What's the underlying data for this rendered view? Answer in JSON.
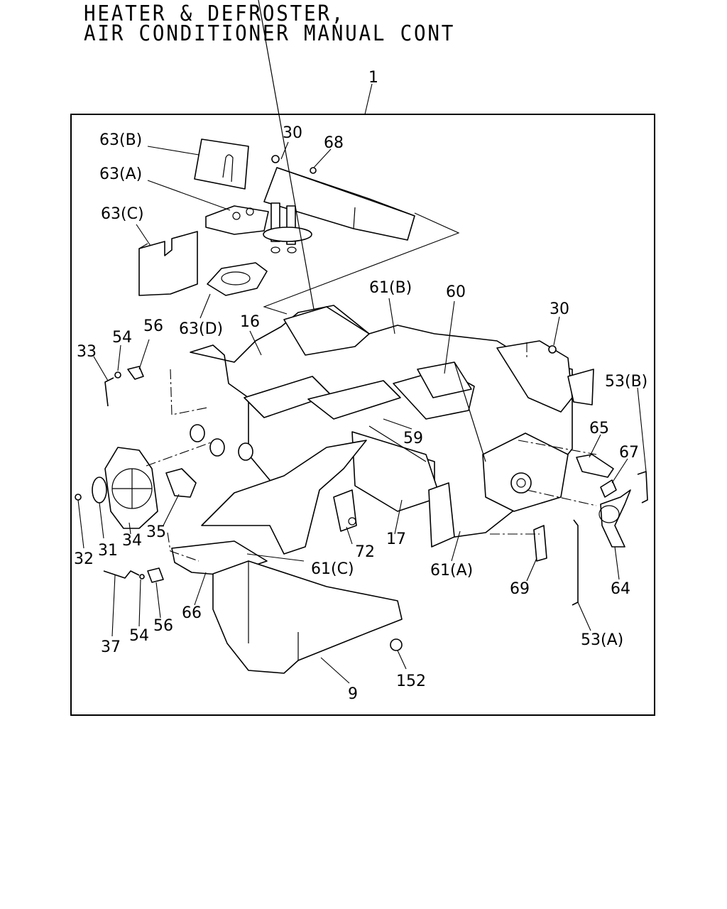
{
  "title": {
    "line1": "HEATER & DEFROSTER,",
    "line2": "AIR CONDITIONER MANUAL CONT"
  },
  "callouts": {
    "main_assembly": "1",
    "p63b": "63(B)",
    "p63a": "63(A)",
    "p63c": "63(C)",
    "p63d": "63(D)",
    "p30_top": "30",
    "p68": "68",
    "p61b": "61(B)",
    "p60": "60",
    "p30_right": "30",
    "p16": "16",
    "p56_top": "56",
    "p54_top": "54",
    "p33": "33",
    "p53b": "53(B)",
    "p65": "65",
    "p67": "67",
    "p59": "59",
    "p35": "35",
    "p32": "32",
    "p31": "31",
    "p34": "34",
    "p72": "72",
    "p17": "17",
    "p61c": "61(C)",
    "p61a": "61(A)",
    "p69": "69",
    "p64": "64",
    "p66": "66",
    "p56_bottom": "56",
    "p54_bottom": "54",
    "p37": "37",
    "p53a": "53(A)",
    "p152": "152",
    "p9": "9"
  }
}
